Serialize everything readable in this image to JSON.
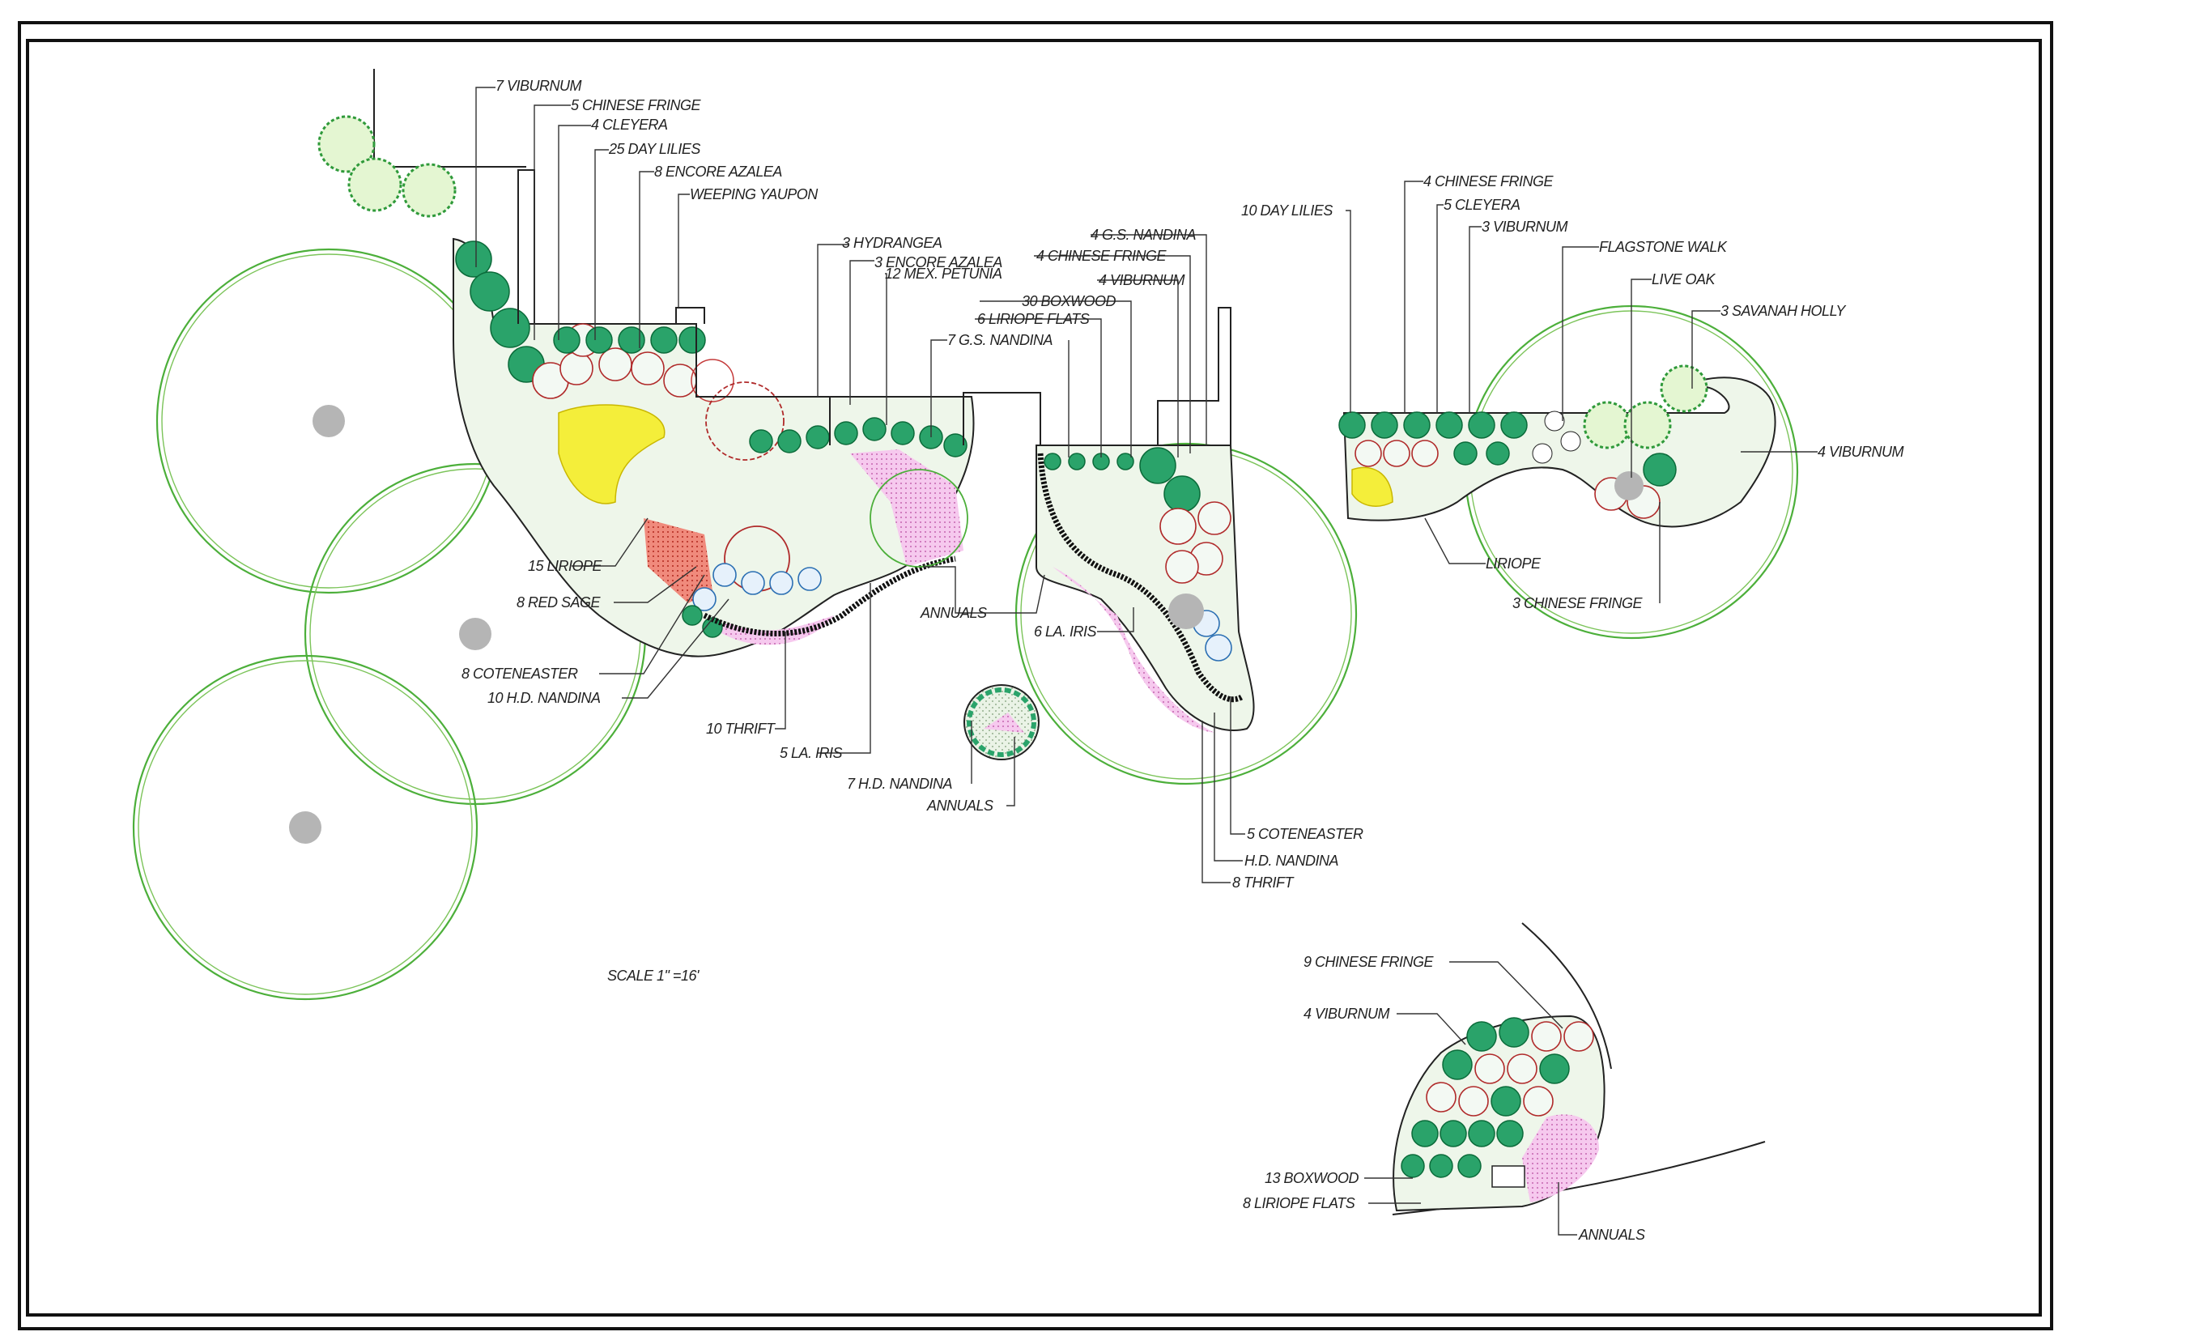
{
  "scale_note": "SCALE 1\" =16'",
  "labels": {
    "viburnum7": "7 VIBURNUM",
    "chinese_fringe5": "5 CHINESE FRINGE",
    "cleyera4": "4 CLEYERA",
    "day_lilies25": "25 DAY LILIES",
    "encore_azalea8": "8 ENCORE AZALEA",
    "weeping_yaupon": "WEEPING YAUPON",
    "hydrangea3": "3 HYDRANGEA",
    "encore_azalea3": "3 ENCORE AZALEA",
    "mex_petunia12": "12 MEX. PETUNIA",
    "gs_nandina4": "4 G.S. NANDINA",
    "chinese_fringe4_mid": "4 CHINESE FRINGE",
    "viburnum4_mid": "4 VIBURNUM",
    "boxwood30": "30 BOXWOOD",
    "liriope_flats6": "6 LIRIOPE FLATS",
    "gs_nandina7": "7 G.S. NANDINA",
    "liriope15": "15 LIRIOPE",
    "red_sage8": "8 RED SAGE",
    "coteneaster8": "8 COTENEASTER",
    "hd_nandina10": "10 H.D. NANDINA",
    "thrift10": "10 THRIFT",
    "la_iris5": "5 LA. IRIS",
    "annuals_mid": "ANNUALS",
    "la_iris6": "6 LA. IRIS",
    "hd_nandina7": "7 H.D. NANDINA",
    "annuals_pot": "ANNUALS",
    "coteneaster5": "5 COTENEASTER",
    "hd_nandina": "H.D. NANDINA",
    "thrift8": "8 THRIFT",
    "day_lilies10": "10 DAY LILIES",
    "chinese_fringe4_right": "4 CHINESE FRINGE",
    "cleyera5": "5 CLEYERA",
    "viburnum3": "3 VIBURNUM",
    "flagstone_walk": "FLAGSTONE WALK",
    "live_oak": "LIVE OAK",
    "savanah_holly3": "3 SAVANAH HOLLY",
    "viburnum4_right": "4 VIBURNUM",
    "liriope": "LIRIOPE",
    "chinese_fringe3": "3 CHINESE FRINGE",
    "chinese_fringe9": "9 CHINESE FRINGE",
    "viburnum4_bottom": "4 VIBURNUM",
    "boxwood13": "13 BOXWOOD",
    "liriope_flats8": "8 LIRIOPE FLATS",
    "annuals_bottom": "ANNUALS"
  },
  "colors": {
    "tree_canopy": "#4caf3a",
    "shrub_green": "#2aa36a",
    "accent_red": "#b02a2a",
    "annuals_pink": "#f2b6e6",
    "day_lily_yellow": "#f4ee3a",
    "red_sage": "#e8584a",
    "boxwood_blue": "#2b6fb3",
    "trunk_gray": "#b5b5b5"
  }
}
